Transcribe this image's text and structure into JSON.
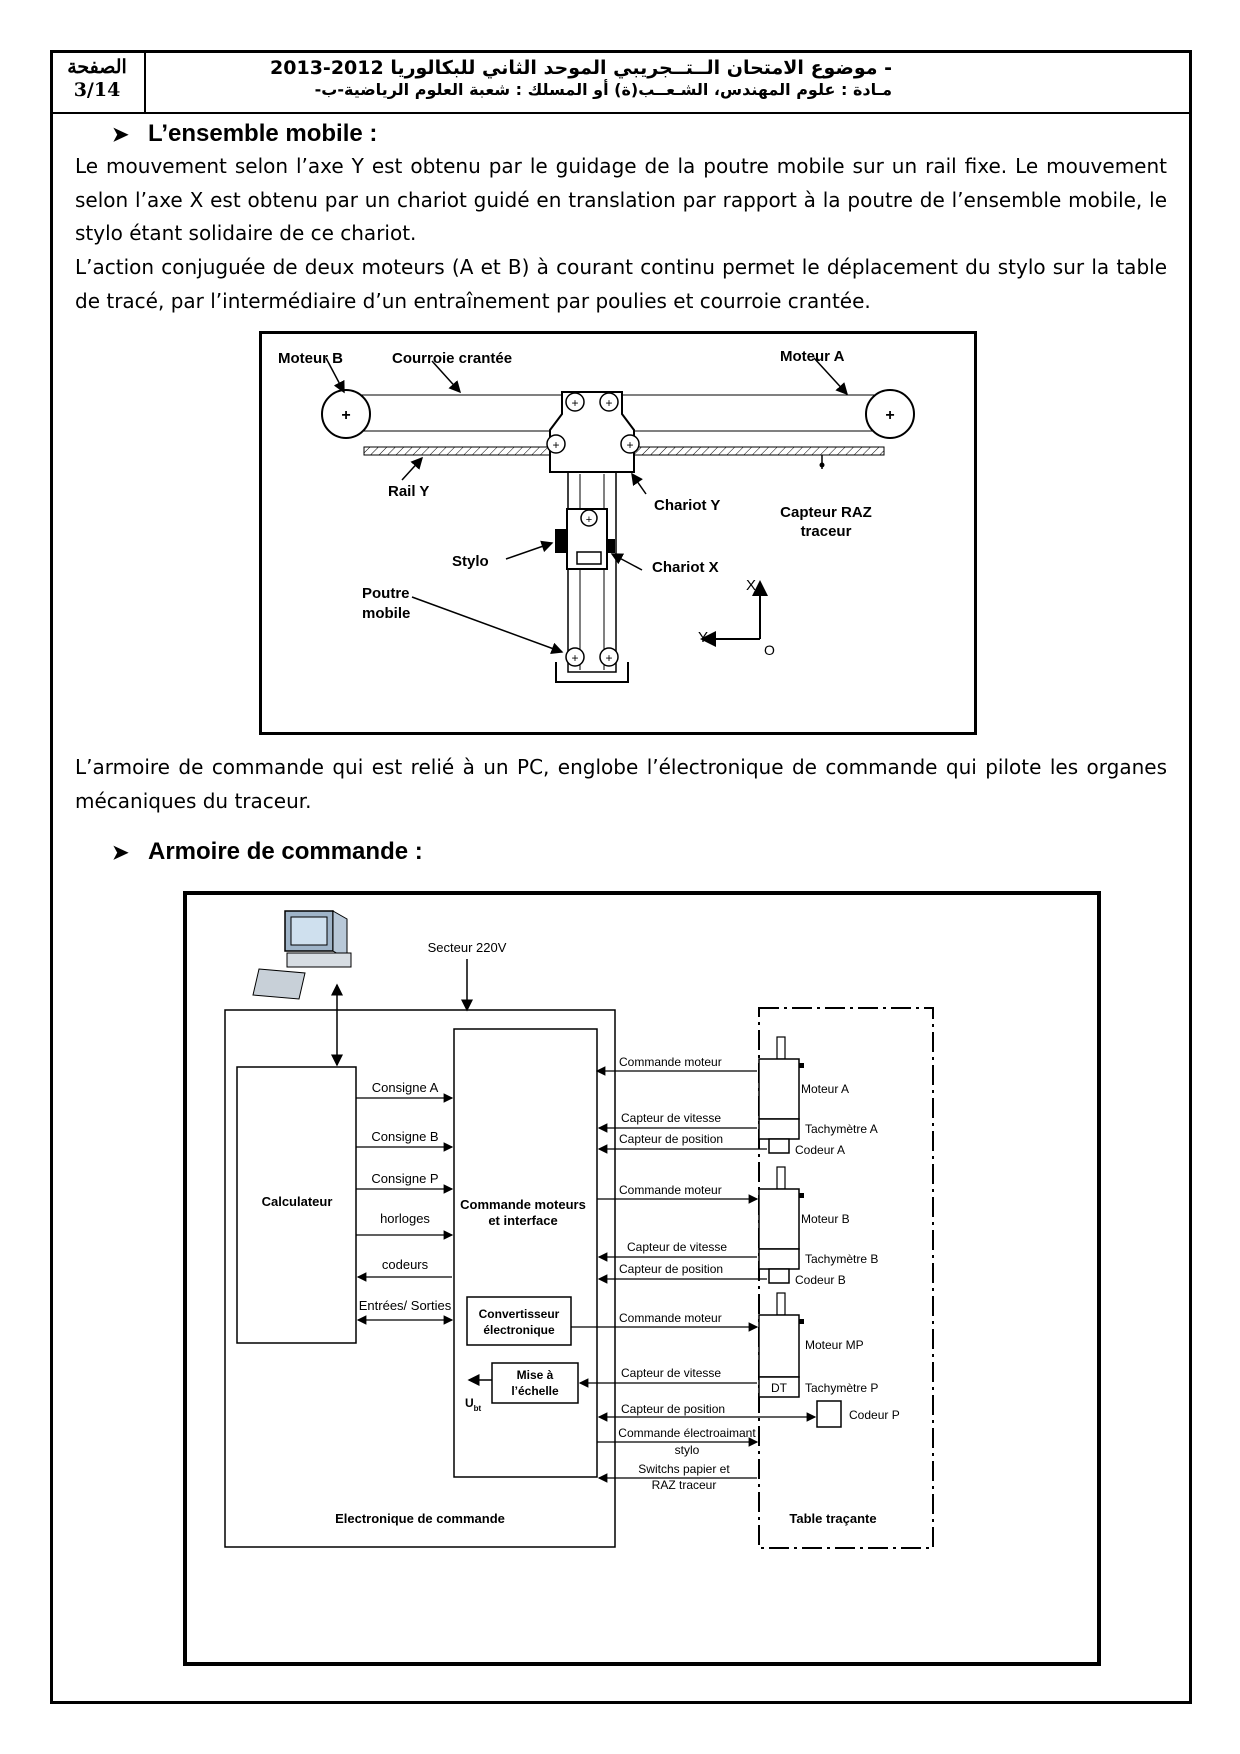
{
  "header": {
    "page_label": "الصفحة",
    "page_number": "3/14",
    "line1": "- موضوع الامتحان الــتــجريبي الموحد الثاني للبكالوريا  2012-2013",
    "line2": "مـادة : علوم المهندس، الشـعــب(ة) أو المسلك : شعبة العلوم الرياضية-ب-"
  },
  "section1": {
    "title": "L’ensemble mobile :",
    "para1": "Le mouvement selon l’axe Y est obtenu par le guidage de la poutre mobile sur un rail fixe. Le mouvement selon l’axe X est obtenu par un chariot guidé en translation par rapport à la poutre de l’ensemble mobile, le stylo étant solidaire de ce chariot.",
    "para2": "L’action conjuguée de deux moteurs (A et B) à courant continu permet le déplacement du stylo sur la table de tracé, par l’intermédiaire d’un entraînement par poulies et courroie crantée."
  },
  "figure1": {
    "moteur_b": "Moteur B",
    "courroie": "Courroie crantée",
    "moteur_a": "Moteur A",
    "rail_y": "Rail Y",
    "chariot_y": "Chariot Y",
    "capteur_raz_1": "Capteur RAZ",
    "capteur_raz_2": "traceur",
    "stylo": "Stylo",
    "chariot_x": "Chariot X",
    "poutre_1": "Poutre",
    "poutre_2": "mobile",
    "axis_x": "X",
    "axis_y": "Y",
    "axis_o": "O"
  },
  "para_armoire": "L’armoire de commande qui est relié à un PC, englobe l’électronique de commande qui pilote les organes mécaniques du traceur.",
  "section2": {
    "title": "Armoire de commande :"
  },
  "figure2": {
    "secteur": "Secteur 220V",
    "calculateur": "Calculateur",
    "consigne_a": "Consigne A",
    "consigne_b": "Consigne B",
    "consigne_p": "Consigne P",
    "horloges": "horloges",
    "codeurs": "codeurs",
    "entrees_sorties": "Entrées/ Sorties",
    "commande_1": "Commande moteurs",
    "commande_2": "et interface",
    "convertisseur_1": "Convertisseur",
    "convertisseur_2": "électronique",
    "mise_1": "Mise à",
    "mise_2": "l’échelle",
    "ubt": "U",
    "ubt_sub": "bt",
    "electronique": "Electronique de commande",
    "table": "Table traçante",
    "cmd_moteur": "Commande moteur",
    "capteur_vitesse": "Capteur de vitesse",
    "capteur_position": "Capteur de position",
    "moteur_a": "Moteur A",
    "tachy_a": "Tachymètre  A",
    "codeur_a": "Codeur A",
    "moteur_b": "Moteur B",
    "tachy_b": "Tachymètre B",
    "codeur_b": "Codeur B",
    "moteur_mp": "Moteur MP",
    "dt": "DT",
    "tachy_p": "Tachymètre P",
    "codeur_p": "Codeur P",
    "electroaimant_1": "Commande électroaimant",
    "electroaimant_2": "stylo",
    "switchs_1": "Switchs papier et",
    "switchs_2": "RAZ traceur"
  }
}
